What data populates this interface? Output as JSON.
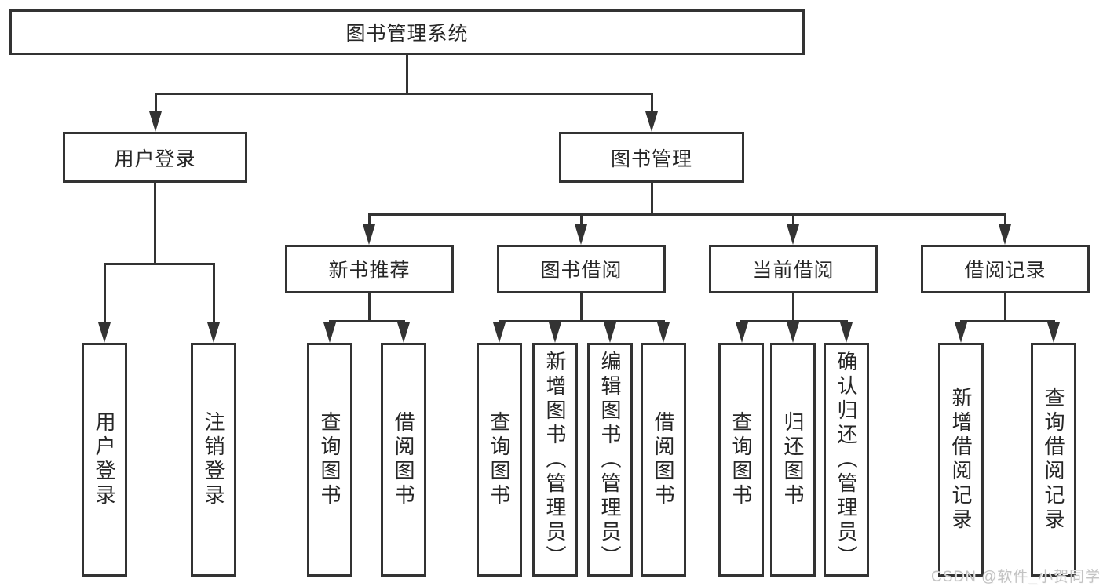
{
  "root": {
    "label": "图书管理系统"
  },
  "level2": {
    "login": {
      "label": "用户登录"
    },
    "management": {
      "label": "图书管理"
    }
  },
  "level3": {
    "recommend": {
      "label": "新书推荐"
    },
    "borrow": {
      "label": "图书借阅"
    },
    "current": {
      "label": "当前借阅"
    },
    "records": {
      "label": "借阅记录"
    }
  },
  "leaves": {
    "login": [
      "用户登录",
      "注销登录"
    ],
    "recommend": [
      "查询图书",
      "借阅图书"
    ],
    "borrow": [
      "查询图书",
      "新增图书（管理员）",
      "编辑图书（管理员）",
      "借阅图书"
    ],
    "current": [
      "查询图书",
      "归还图书",
      "确认归还（管理员）"
    ],
    "records": [
      "新增借阅记录",
      "查询借阅记录"
    ]
  },
  "watermark": {
    "text": "CSDN @软件_小贺同学"
  },
  "colors": {
    "line": "#333333",
    "text": "#262626",
    "background": "#ffffff",
    "watermark": "#c3c3c3"
  }
}
